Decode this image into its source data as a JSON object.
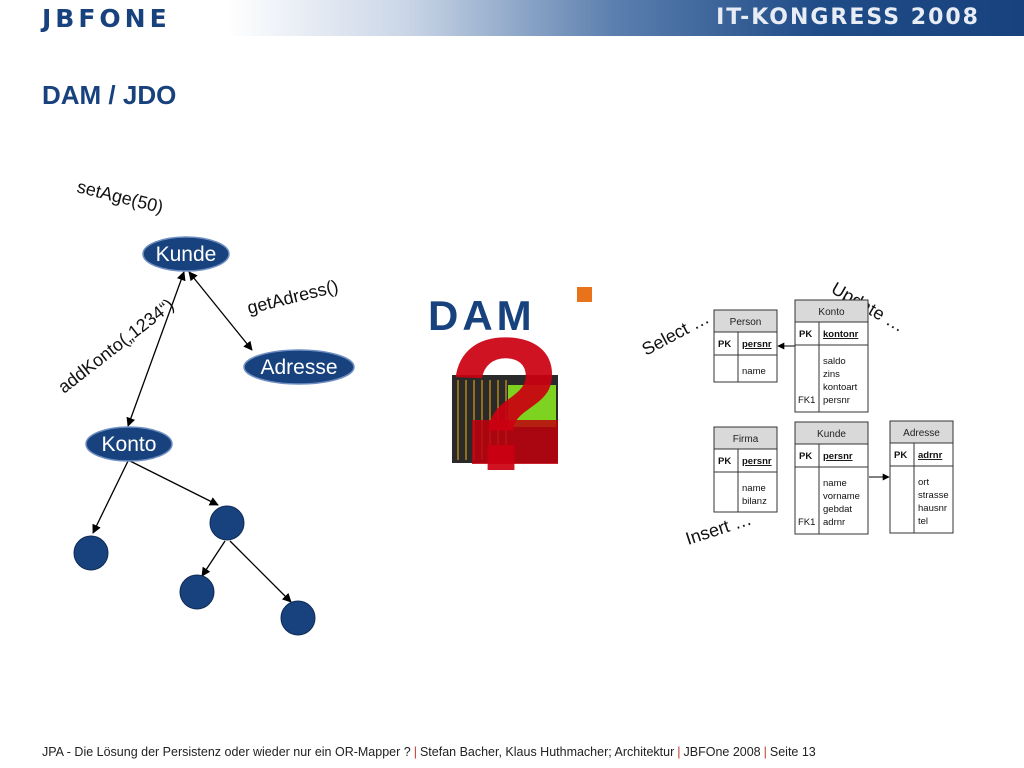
{
  "header": {
    "logo": "JBFONE",
    "event": "IT-KONGRESS 2008"
  },
  "slide": {
    "title": "DAM / JDO"
  },
  "object_graph": {
    "nodes": {
      "kunde": "Kunde",
      "adresse": "Adresse",
      "konto": "Konto"
    },
    "calls": {
      "set_age": "setAge(50)",
      "get_adress": "getAdress()",
      "add_konto": "addKonto(„1234“)"
    }
  },
  "dam": {
    "logo": "DAM",
    "question_mark": "?"
  },
  "sql": {
    "select": "Select …",
    "update": "Update …",
    "insert": "Insert …"
  },
  "tables": [
    {
      "name": "Person",
      "key_label": "PK",
      "key": "persnr",
      "fk_label": "",
      "fields": [
        "name"
      ]
    },
    {
      "name": "Konto",
      "key_label": "PK",
      "key": "kontonr",
      "fk_label": "FK1",
      "fields": [
        "saldo",
        "zins",
        "kontoart",
        "persnr"
      ]
    },
    {
      "name": "Firma",
      "key_label": "PK",
      "key": "persnr",
      "fk_label": "",
      "fields": [
        "name",
        "bilanz"
      ]
    },
    {
      "name": "Kunde",
      "key_label": "PK",
      "key": "persnr",
      "fk_label": "FK1",
      "fields": [
        "name",
        "vorname",
        "gebdat",
        "adrnr"
      ]
    },
    {
      "name": "Adresse",
      "key_label": "PK",
      "key": "adrnr",
      "fk_label": "",
      "fields": [
        "ort",
        "strasse",
        "hausnr",
        "tel"
      ]
    }
  ],
  "footer": {
    "topic": "JPA - Die Lösung der Persistenz oder wieder nur ein OR-Mapper ?",
    "authors": "Stefan Bacher, Klaus Huthmacher; Architektur",
    "event": "JBFOne 2008",
    "page": "Seite 13"
  }
}
